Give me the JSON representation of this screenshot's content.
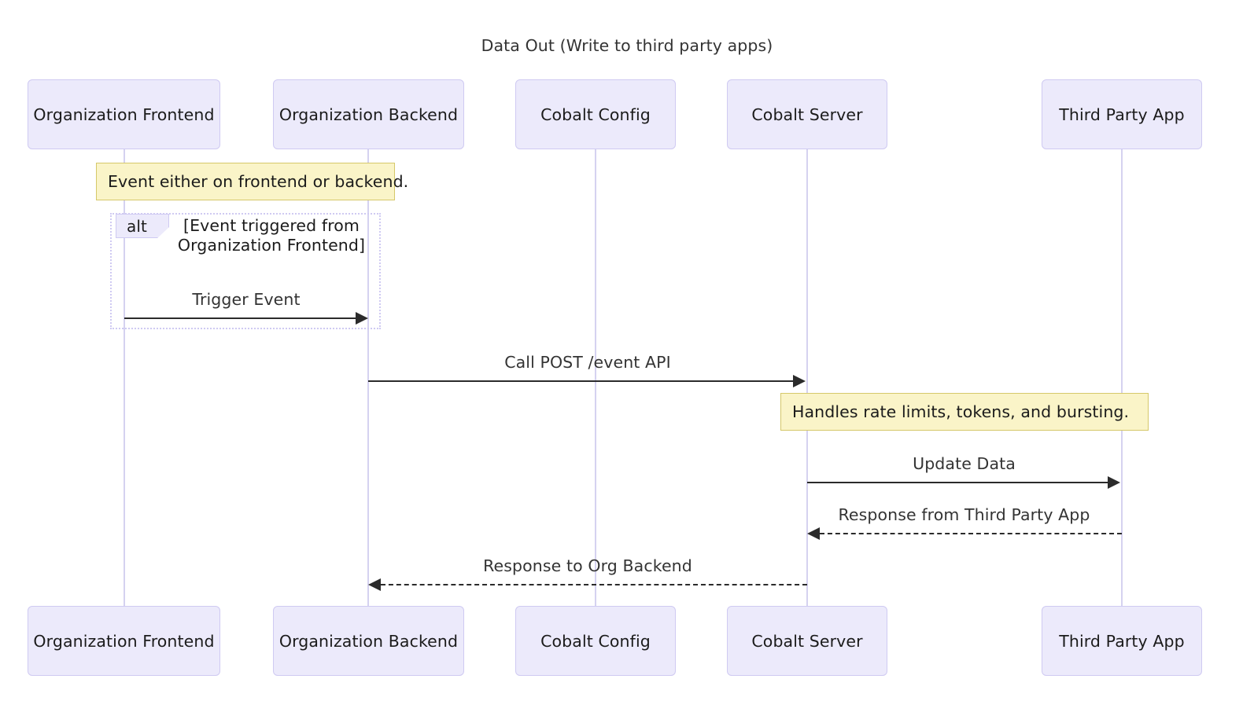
{
  "diagram": {
    "type": "sequence-diagram",
    "title": "Data Out (Write to third party apps)",
    "colors": {
      "actor_fill": "#ECEAFB",
      "actor_border": "#CFCAF2",
      "lifeline": "#D5D2F0",
      "note_fill": "#FAF4C8",
      "note_border": "#D5C86A",
      "message_line": "#2B2B2B",
      "text": "#333333",
      "background": "#FFFFFF"
    }
  },
  "participants": [
    {
      "id": "org-frontend",
      "label": "Organization Frontend"
    },
    {
      "id": "org-backend",
      "label": "Organization Backend"
    },
    {
      "id": "cobalt-config",
      "label": "Cobalt Config"
    },
    {
      "id": "cobalt-server",
      "label": "Cobalt Server"
    },
    {
      "id": "third-party-app",
      "label": "Third Party App"
    }
  ],
  "notes": [
    {
      "id": "note-event-source",
      "text": "Event either on frontend or backend."
    },
    {
      "id": "note-rate-limits",
      "text": "Handles rate limits, tokens, and bursting."
    }
  ],
  "fragments": [
    {
      "id": "alt-fragment",
      "keyword": "alt",
      "condition_line_1": "[Event triggered from",
      "condition_line_2": "Organization Frontend]"
    }
  ],
  "messages": [
    {
      "id": "msg-trigger-event",
      "label": "Trigger Event",
      "from": "org-frontend",
      "to": "org-backend",
      "style": "solid",
      "direction": "right"
    },
    {
      "id": "msg-call-post-event-api",
      "label": "Call POST /event API",
      "from": "org-backend",
      "to": "cobalt-server",
      "style": "solid",
      "direction": "right"
    },
    {
      "id": "msg-update-data",
      "label": "Update Data",
      "from": "cobalt-server",
      "to": "third-party-app",
      "style": "solid",
      "direction": "right"
    },
    {
      "id": "msg-response-from-third-party-app",
      "label": "Response from Third Party App",
      "from": "third-party-app",
      "to": "cobalt-server",
      "style": "dashed",
      "direction": "left"
    },
    {
      "id": "msg-response-to-org-backend",
      "label": "Response to Org Backend",
      "from": "cobalt-server",
      "to": "org-backend",
      "style": "dashed",
      "direction": "left"
    }
  ]
}
